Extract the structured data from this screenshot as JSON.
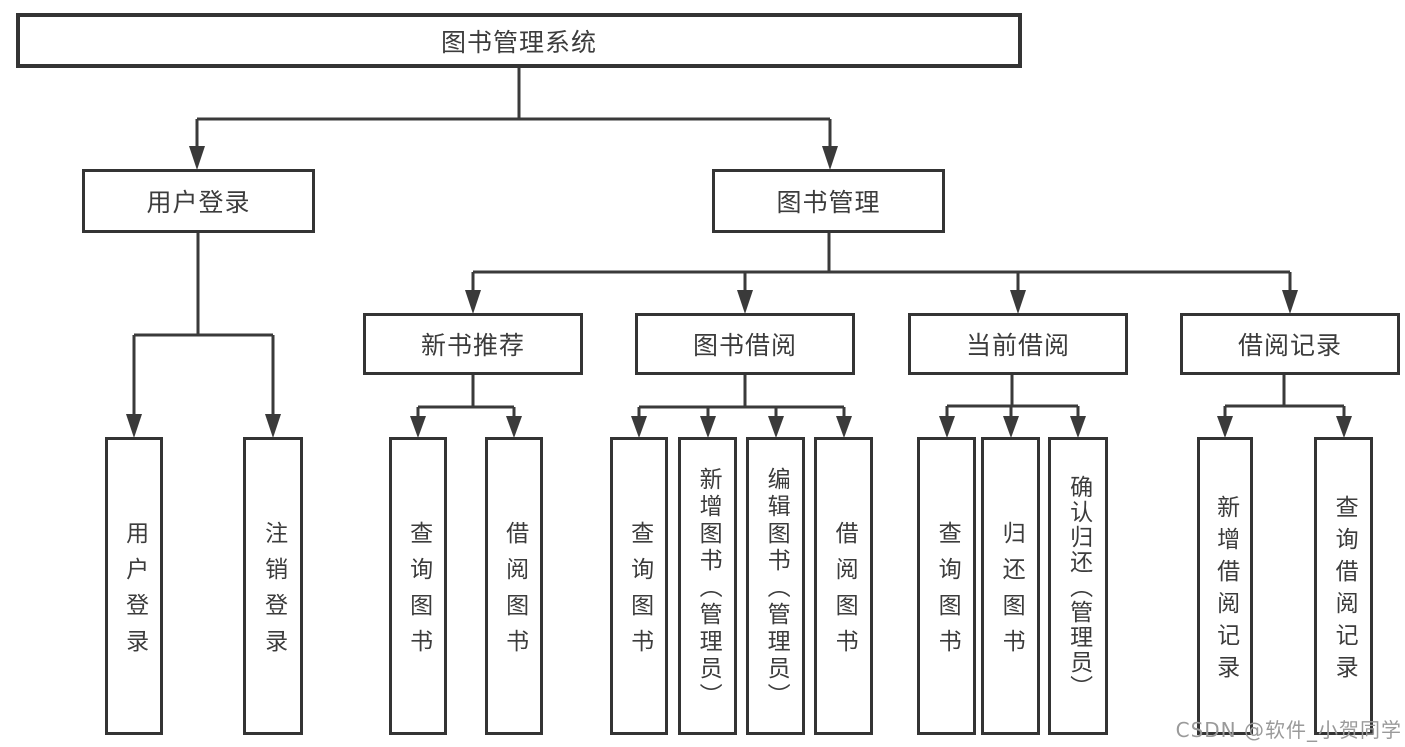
{
  "diagram": {
    "root": {
      "label": "图书管理系统"
    },
    "user_login": {
      "label": "用户登录",
      "children": [
        {
          "label": "用户登录"
        },
        {
          "label": "注销登录"
        }
      ]
    },
    "book_management": {
      "label": "图书管理",
      "sections": {
        "new_books": {
          "label": "新书推荐",
          "children": [
            {
              "label": "查询图书"
            },
            {
              "label": "借阅图书"
            }
          ]
        },
        "book_borrow": {
          "label": "图书借阅",
          "children": [
            {
              "label": "查询图书"
            },
            {
              "label": "新增图书（管理员）"
            },
            {
              "label": "编辑图书（管理员）"
            },
            {
              "label": "借阅图书"
            }
          ]
        },
        "current_borrow": {
          "label": "当前借阅",
          "children": [
            {
              "label": "查询图书"
            },
            {
              "label": "归还图书"
            },
            {
              "label": "确认归还（管理员）"
            }
          ]
        },
        "borrow_records": {
          "label": "借阅记录",
          "children": [
            {
              "label": "新增借阅记录"
            },
            {
              "label": "查询借阅记录"
            }
          ]
        }
      }
    }
  },
  "watermark": "CSDN @软件_小贺同学",
  "colors": {
    "line": "#3a3a3a",
    "border": "#343434",
    "text": "#3c3c3c",
    "watermark": "#9a9a9a",
    "background": "#ffffff"
  }
}
